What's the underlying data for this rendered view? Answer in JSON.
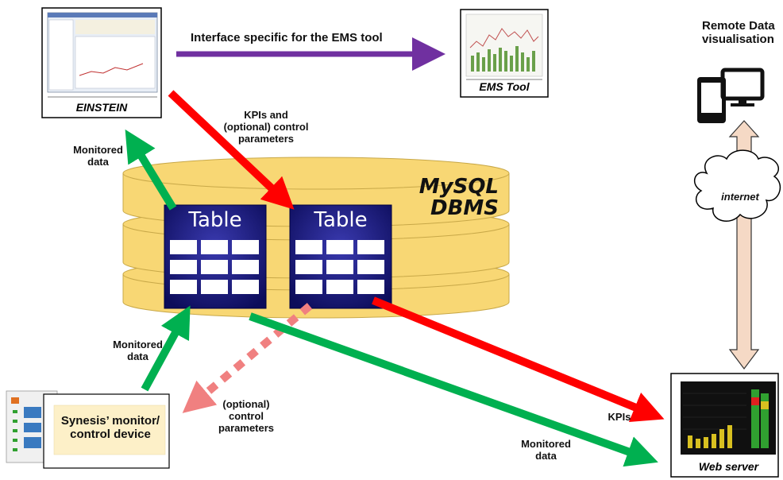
{
  "labels": {
    "interface": "Interface specific for the EMS tool",
    "kpis_control": "KPIs and (optional) control parameters",
    "monitored_data_1": "Monitored data",
    "monitored_data_2": "Monitored data",
    "monitored_data_3": "Monitored data",
    "optional_control": "(optional) control parameters",
    "kpis": "KPIs",
    "remote": "Remote Data visualisation",
    "internet": "internet"
  },
  "nodes": {
    "einstein": "EINSTEIN",
    "ems_tool": "EMS Tool",
    "synesis": "Synesis’ monitor/ control device",
    "web_server": "Web server",
    "mysql_line1": "MySQL",
    "mysql_line2": "DBMS",
    "table1": "Table",
    "table2": "Table"
  },
  "colors": {
    "purple": "#7030a0",
    "red": "#ff0000",
    "green": "#00b050",
    "pink": "#f08080",
    "db": "#f8d774",
    "table": "#1a1a80",
    "updown": "#f5d9c5"
  }
}
